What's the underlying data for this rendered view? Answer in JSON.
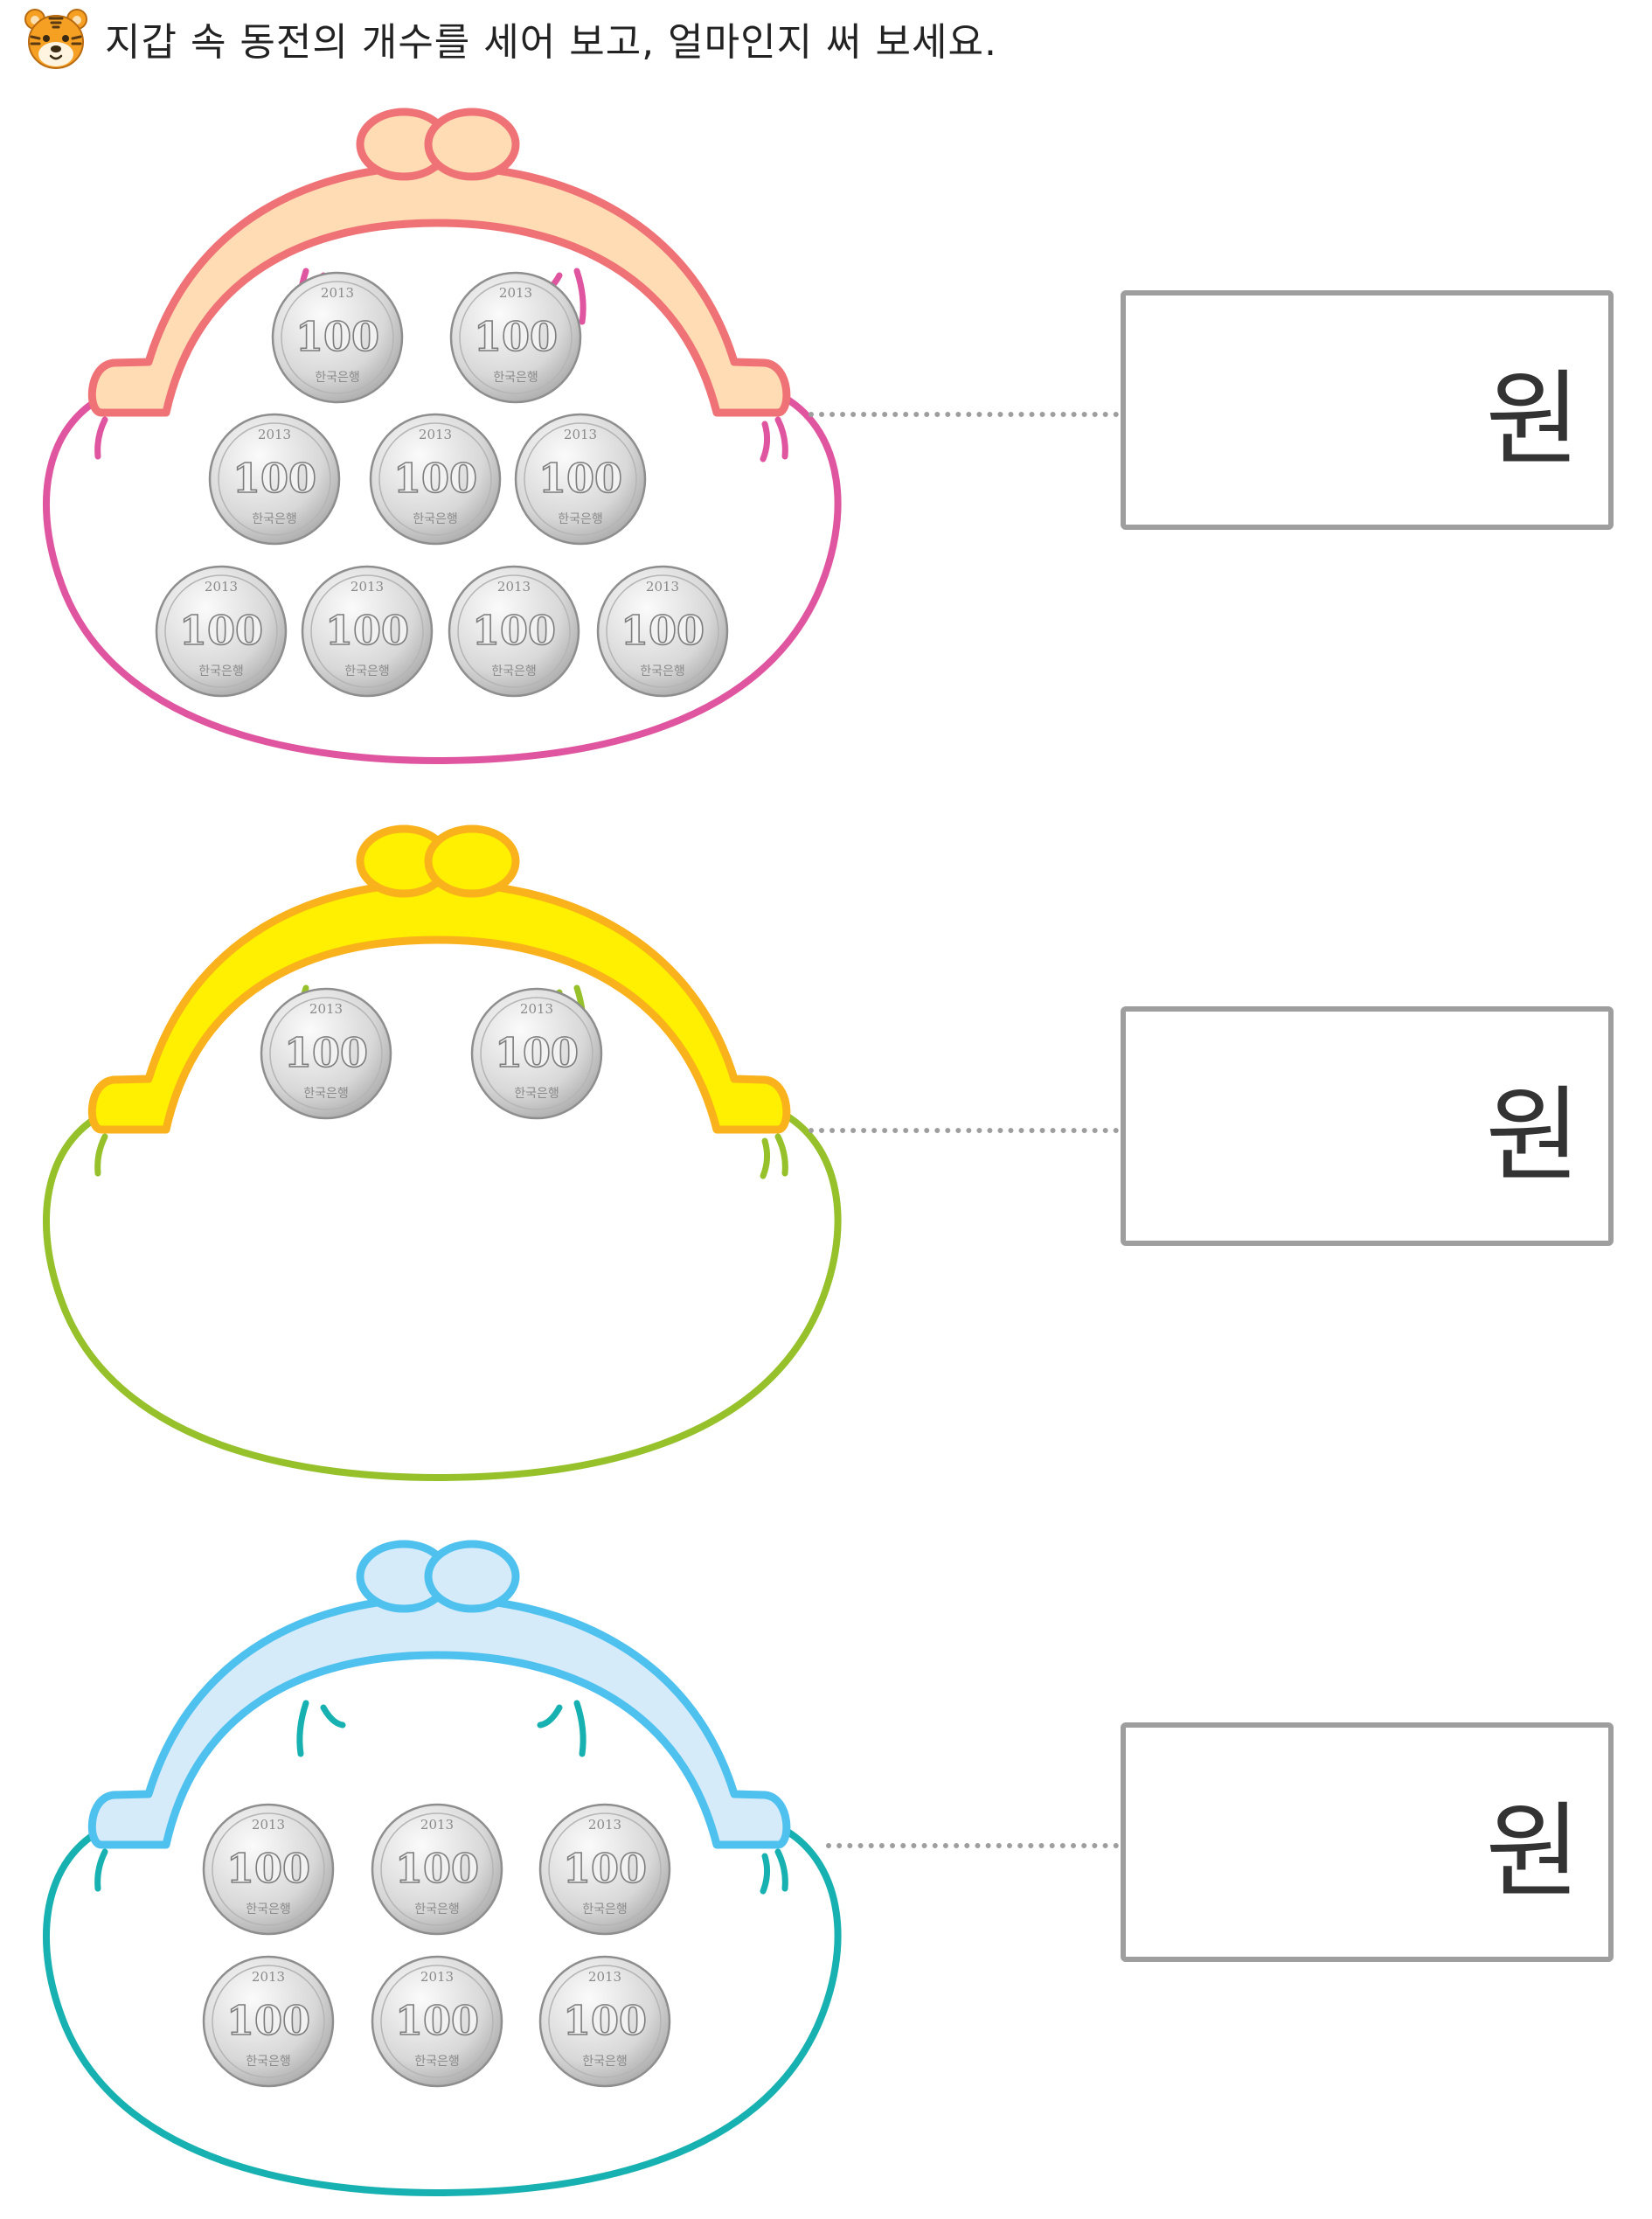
{
  "instruction": {
    "icon": "tiger-face-icon",
    "text": "지갑 속 동전의 개수를 세어 보고, 얼마인지 써 보세요."
  },
  "coin": {
    "value_text": "100",
    "year_text": "2013",
    "bottom_text": "한국은행"
  },
  "purses": [
    {
      "coin_count": 9,
      "colors": {
        "clasp_fill": "#ffdcb4",
        "clasp_stroke": "#ef7276",
        "body_stroke": "#e0559f",
        "hook": "#e0559f"
      },
      "answer": {
        "unit": "원",
        "value": ""
      }
    },
    {
      "coin_count": 2,
      "colors": {
        "clasp_fill": "#ffef00",
        "clasp_stroke": "#f9b21b",
        "body_stroke": "#96c12b",
        "hook": "#96c12b"
      },
      "answer": {
        "unit": "원",
        "value": ""
      }
    },
    {
      "coin_count": 6,
      "colors": {
        "clasp_fill": "#d6ebfa",
        "clasp_stroke": "#4fc1ee",
        "body_stroke": "#16b1b0",
        "hook": "#16b1b0"
      },
      "answer": {
        "unit": "원",
        "value": ""
      }
    }
  ]
}
